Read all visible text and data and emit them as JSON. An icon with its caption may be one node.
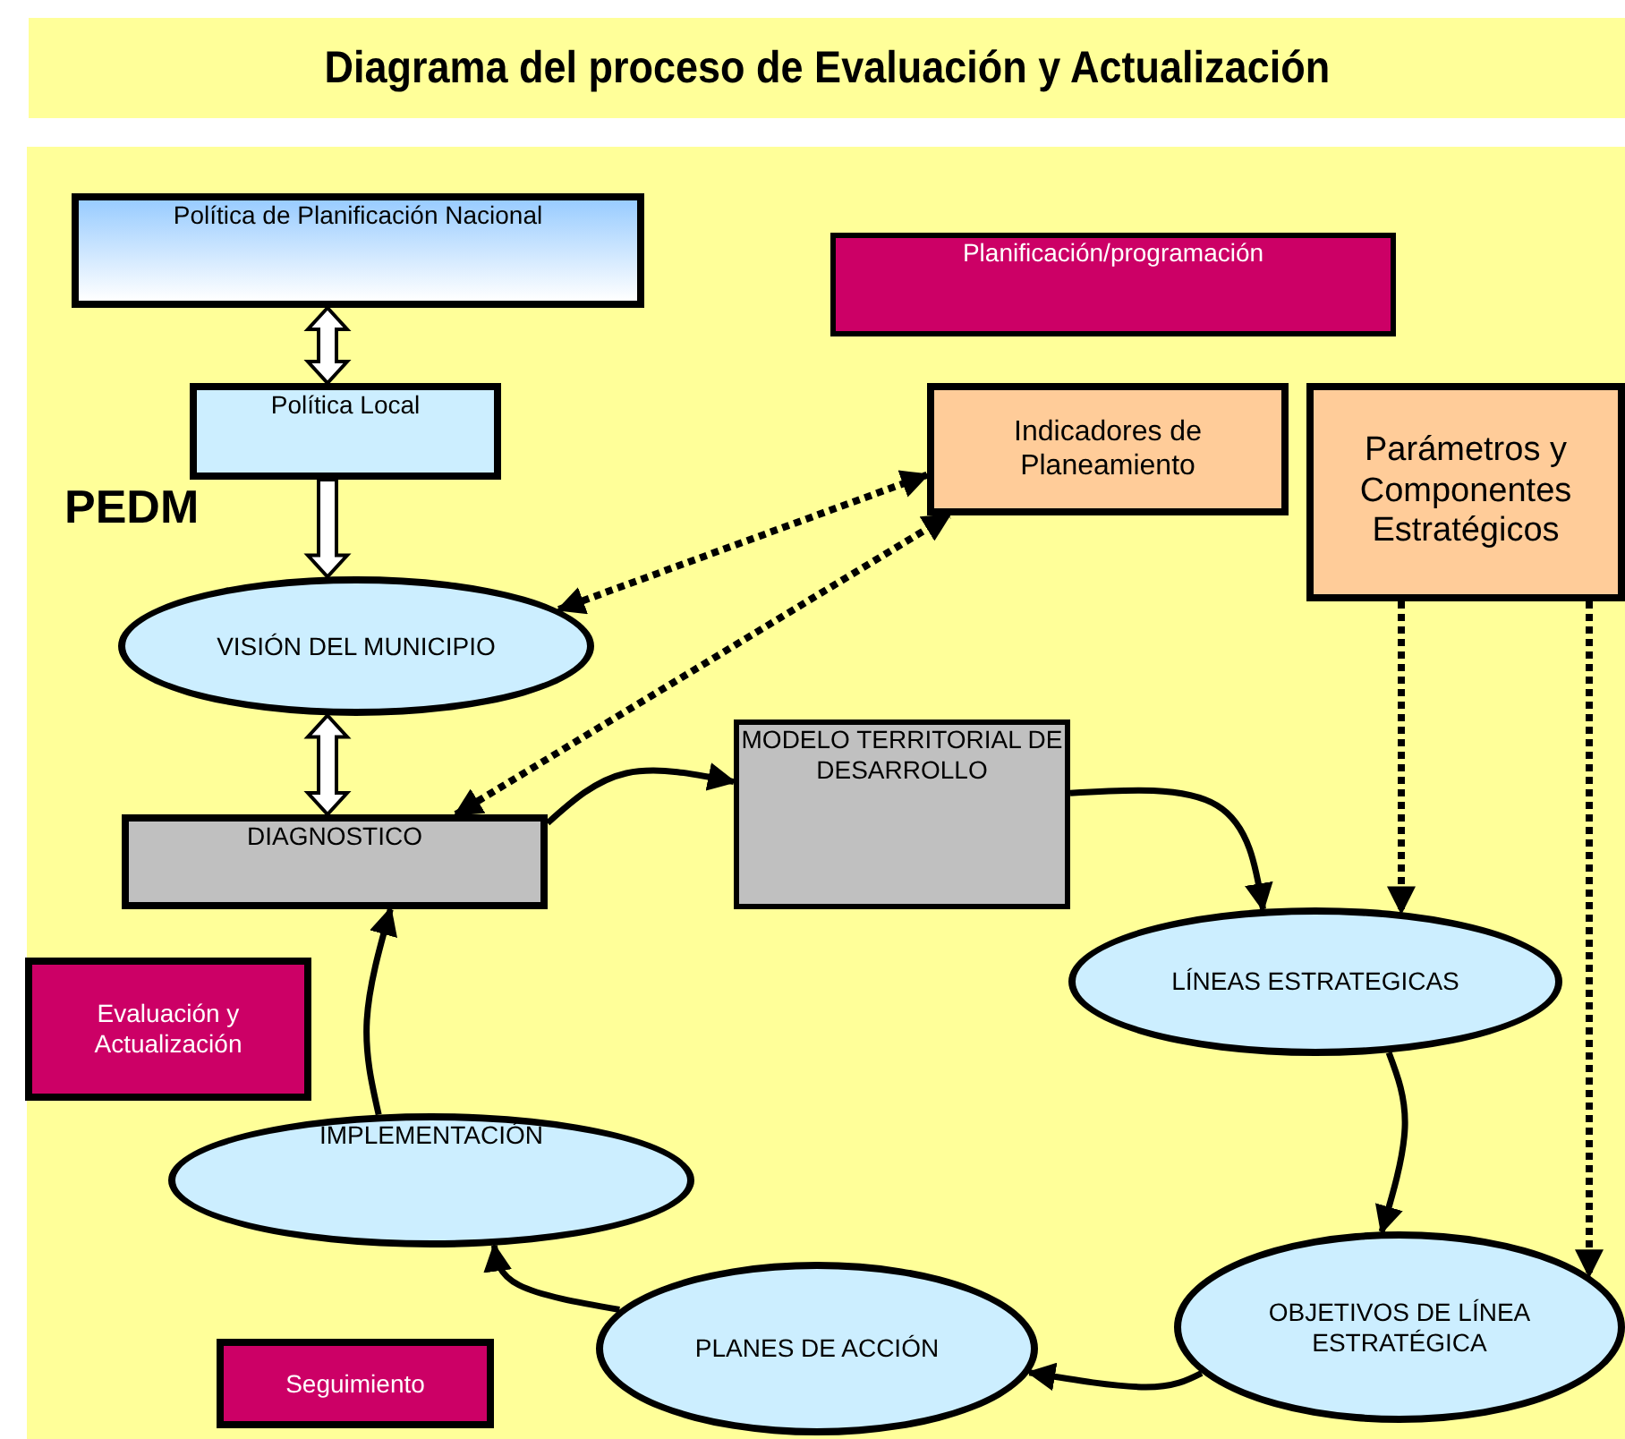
{
  "diagram": {
    "title": "Diagrama del proceso de Evaluación y Actualización",
    "nodes": [
      {
        "text": [
          "Política de  Planificación Nacional"
        ]
      },
      {
        "text": [
          "Política Local"
        ]
      },
      {
        "text": [
          "Planificación/programación"
        ]
      },
      {
        "text": [
          "Indicadores de Planeamiento"
        ]
      },
      {
        "text": [
          "Parámetros y Componentes Estratégicos"
        ]
      },
      {
        "text": [
          "VISIÓN DEL MUNICIPIO"
        ]
      },
      {
        "text": [
          "DIAGNOSTICO"
        ]
      },
      {
        "text": [
          "MODELO TERRITORIAL DE DESARROLLO"
        ]
      },
      {
        "text": [
          "Evaluación y Actualización"
        ]
      },
      {
        "text": [
          "LÍNEAS ESTRATEGICAS"
        ]
      },
      {
        "text": [
          "IMPLEMENTACIÓN"
        ]
      },
      {
        "text": [
          "OBJETIVOS DE LÍNEA ESTRATÉGICA"
        ]
      },
      {
        "text": [
          "PLANES DE ACCIÓN"
        ]
      },
      {
        "text": [
          "Seguimiento"
        ]
      }
    ],
    "edges": [
      {
        "from": 0,
        "to": 1,
        "arrow": "both",
        "style": "thick"
      },
      {
        "from": 1,
        "to": 5,
        "arrow": "to",
        "style": "thick"
      },
      {
        "from": 5,
        "to": 6,
        "arrow": "both",
        "style": "thick"
      },
      {
        "from": 5,
        "to": 3,
        "arrow": "both",
        "style": "dashed"
      },
      {
        "from": 6,
        "to": 3,
        "arrow": "both",
        "style": "dashed"
      },
      {
        "from": 6,
        "to": 7,
        "arrow": "to"
      },
      {
        "from": 7,
        "to": 9,
        "arrow": "to"
      },
      {
        "from": 4,
        "to": 9,
        "arrow": "to",
        "style": "dashed"
      },
      {
        "from": 4,
        "to": 11,
        "arrow": "to",
        "style": "dashed"
      },
      {
        "from": 9,
        "to": 11,
        "arrow": "to"
      },
      {
        "from": 11,
        "to": 12,
        "arrow": "to"
      },
      {
        "from": 12,
        "to": 10,
        "arrow": "to"
      },
      {
        "from": 10,
        "to": 6,
        "arrow": "to"
      }
    ],
    "labels": [
      "PEDM"
    ]
  }
}
